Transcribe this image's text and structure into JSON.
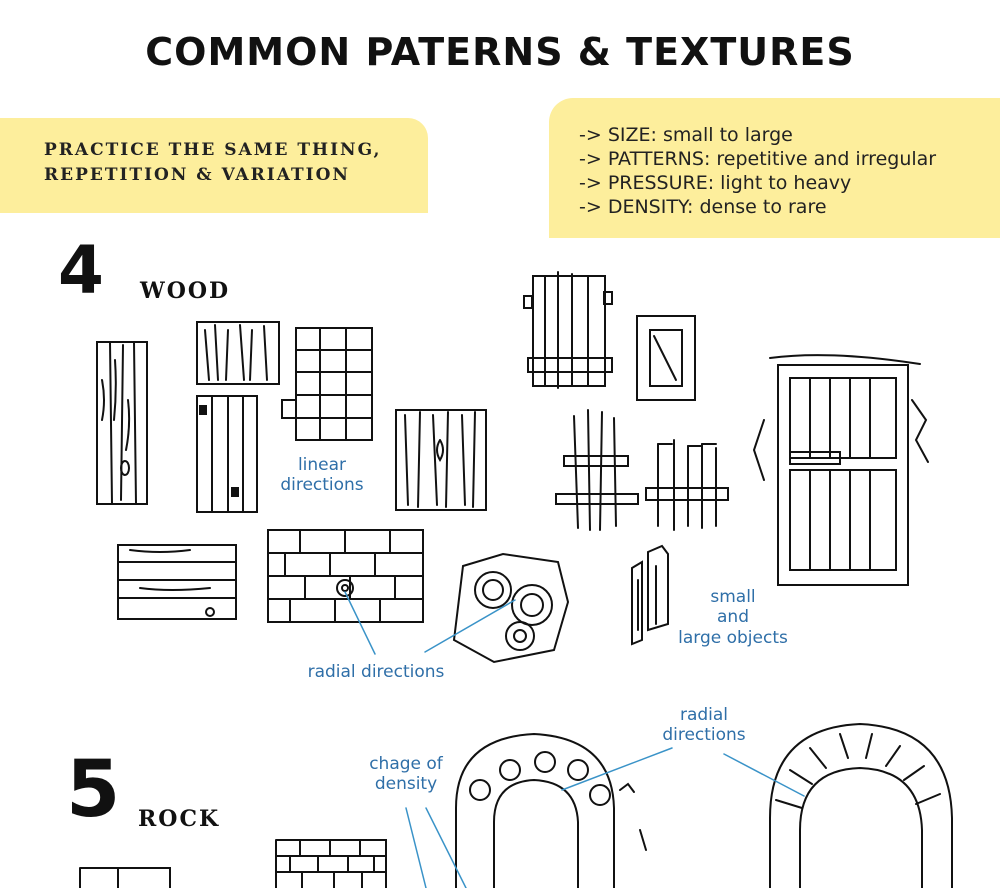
{
  "title": "COMMON PATERNS & TEXTURES",
  "practice_box": {
    "line1": "PRACTICE THE SAME THING,",
    "line2": "REPETITION & VARIATION"
  },
  "tips": [
    "-> SIZE: small to large",
    "-> PATTERNS: repetitive and irregular",
    "-> PRESSURE: light to heavy",
    "-> DENSITY: dense to rare"
  ],
  "sections": {
    "wood": {
      "number": "4",
      "label": "WOOD"
    },
    "rock": {
      "number": "5",
      "label": "ROCK"
    }
  },
  "annotations": {
    "linear_line1": "linear",
    "linear_line2": "directions",
    "radial_wood": "radial directions",
    "small_line1": "small",
    "small_line2": "and",
    "small_line3": "large objects",
    "radial_rock_line1": "radial",
    "radial_rock_line2": "directions",
    "density_line1": "chage of",
    "density_line2": "density"
  },
  "colors": {
    "highlight": "#fdee9c",
    "annotation": "#2f6fa8",
    "ink": "#111111"
  }
}
